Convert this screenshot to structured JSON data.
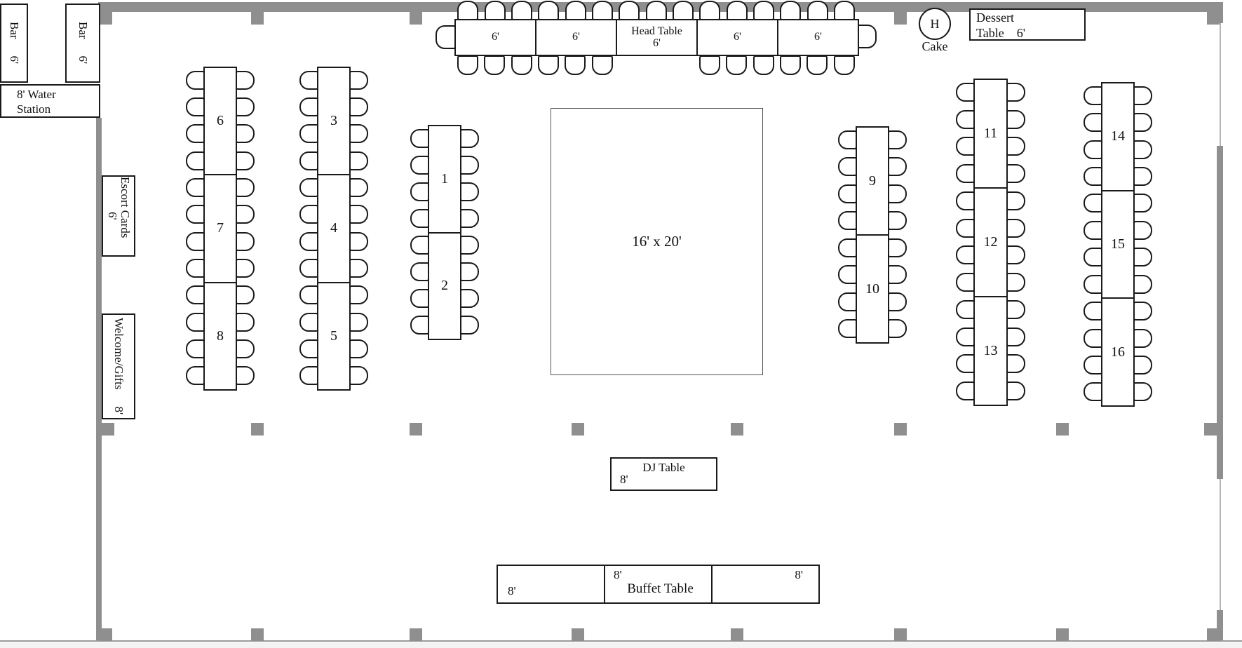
{
  "plan": {
    "bars": [
      {
        "label": "Bar",
        "size": "6'"
      },
      {
        "label": "Bar",
        "size": "6'"
      }
    ],
    "water_station": {
      "line1": "8' Water",
      "line2": "Station"
    },
    "escort_cards": {
      "label": "Escort Cards",
      "size": "6'"
    },
    "welcome_gifts": {
      "label": "Welcome/Gifts",
      "size": "8'"
    },
    "head_table": {
      "label": "Head Table",
      "segment_sizes": [
        "6'",
        "6'",
        "6'",
        "6'",
        "6'"
      ],
      "label_segment_index": 2
    },
    "cake": {
      "initial": "H",
      "label": "Cake"
    },
    "dessert_table": {
      "label_line1": "Dessert",
      "label_line2": "Table",
      "size": "6'"
    },
    "dance_floor": {
      "label": "16' x 20'"
    },
    "dj_table": {
      "label": "DJ Table",
      "size": "8'"
    },
    "buffet_table": {
      "label": "Buffet Table",
      "segment_sizes": [
        "8'",
        "8'",
        "8'"
      ]
    },
    "guest_tables": {
      "groups": [
        [
          "6",
          "7",
          "8"
        ],
        [
          "3",
          "4",
          "5"
        ],
        [
          "1",
          "2"
        ],
        [
          "9",
          "10"
        ],
        [
          "11",
          "12",
          "13"
        ],
        [
          "14",
          "15",
          "16"
        ]
      ]
    }
  }
}
